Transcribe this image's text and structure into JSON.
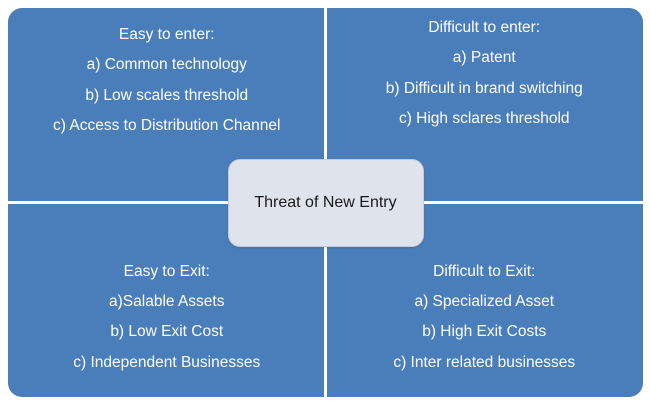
{
  "diagram": {
    "center": {
      "label": "Threat of New Entry"
    },
    "quadrants": [
      {
        "id": "easy-to-enter",
        "title": "Easy to enter:",
        "lines": [
          "a) Common technology",
          "b) Low scales threshold",
          "c) Access to Distribution Channel"
        ]
      },
      {
        "id": "difficult-to-enter",
        "title": "Difficult to enter:",
        "lines": [
          "a) Patent",
          "b) Difficult in brand switching",
          "c) High sclares threshold"
        ]
      },
      {
        "id": "easy-to-exit",
        "title": "Easy to Exit:",
        "lines": [
          "a)Salable Assets",
          "b) Low Exit Cost",
          "c) Independent Businesses"
        ]
      },
      {
        "id": "difficult-to-exit",
        "title": "Difficult to Exit:",
        "lines": [
          "a) Specialized Asset",
          "b) High Exit Costs",
          "c)  Inter related businesses"
        ]
      }
    ],
    "colors": {
      "panel": "#4a7ebb",
      "divider": "#ffffff",
      "center_fill": "#dfe3ec",
      "center_border": "#c5cbd8",
      "text": "#ffffff",
      "center_text": "#1a1a1a"
    }
  }
}
